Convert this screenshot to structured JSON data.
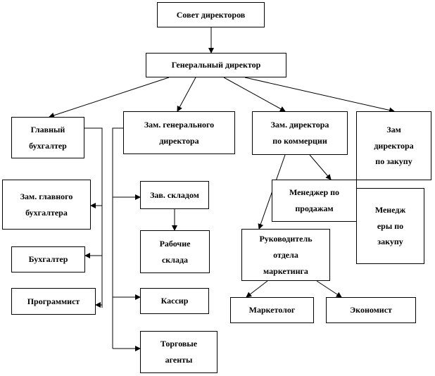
{
  "nodes": {
    "board": "Совет директоров",
    "ceo": "Генеральный директор",
    "chief_accountant": "Главный\nбухгалтер",
    "deputy_gd": "Зам. генерального\nдиректора",
    "deputy_commerce": "Зам. директора\nпо коммерции",
    "deputy_purchase": "Зам\nдиректора\nпо закупу",
    "deputy_chief_accountant": "Зам. главного\nбухгалтера",
    "warehouse_head": "Зав. складом",
    "sales_manager": "Менеджер по\nпродажам",
    "purchase_manager": "Менедж\nеры по\nзакупу",
    "warehouse_workers": "Рабочие\nсклада",
    "marketing_head": "Руководитель\nотдела\nмаркетинга",
    "accountant": "Бухгалтер",
    "programmer": "Программист",
    "cashier": "Кассир",
    "marketer": "Маркетолог",
    "economist": "Экономист",
    "sales_agents": "Торговые\nагенты"
  }
}
